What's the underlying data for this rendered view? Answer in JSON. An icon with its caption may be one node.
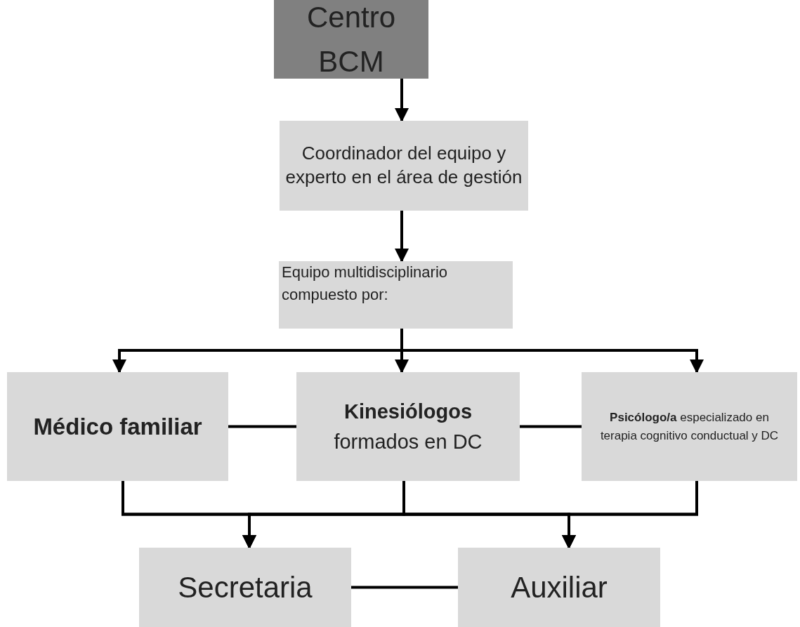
{
  "diagram": {
    "nodes": [
      {
        "text": [
          "Centro BCM"
        ]
      },
      {
        "text": [
          "Coordinador del equipo y experto en el área de gestión"
        ]
      },
      {
        "text": [
          "Equipo multidisciplinario compuesto por:"
        ]
      },
      {
        "text": [
          "Médico familiar"
        ]
      },
      {
        "text": [
          "**Kinesiólogos** formados en DC"
        ]
      },
      {
        "text": [
          "**Psicólogo/a** especializado en terapia cognitivo conductual y DC"
        ]
      },
      {
        "text": [
          "Secretaria"
        ]
      },
      {
        "text": [
          "Auxiliar"
        ]
      }
    ],
    "edges": [
      {
        "from": 0,
        "to": 1,
        "arrow": "to"
      },
      {
        "from": 1,
        "to": 2,
        "arrow": "to"
      },
      {
        "from": 2,
        "to": 3,
        "arrow": "to"
      },
      {
        "from": 2,
        "to": 4,
        "arrow": "to"
      },
      {
        "from": 2,
        "to": 5,
        "arrow": "to"
      },
      {
        "from": 3,
        "to": 4,
        "arrow": "none"
      },
      {
        "from": 4,
        "to": 5,
        "arrow": "none"
      },
      {
        "from": 3,
        "to": 6,
        "arrow": "to"
      },
      {
        "from": 3,
        "to": 7,
        "arrow": "to"
      },
      {
        "from": 4,
        "to": 6,
        "arrow": "to"
      },
      {
        "from": 4,
        "to": 7,
        "arrow": "to"
      },
      {
        "from": 5,
        "to": 6,
        "arrow": "to"
      },
      {
        "from": 5,
        "to": 7,
        "arrow": "to"
      },
      {
        "from": 6,
        "to": 7,
        "arrow": "none"
      }
    ]
  }
}
